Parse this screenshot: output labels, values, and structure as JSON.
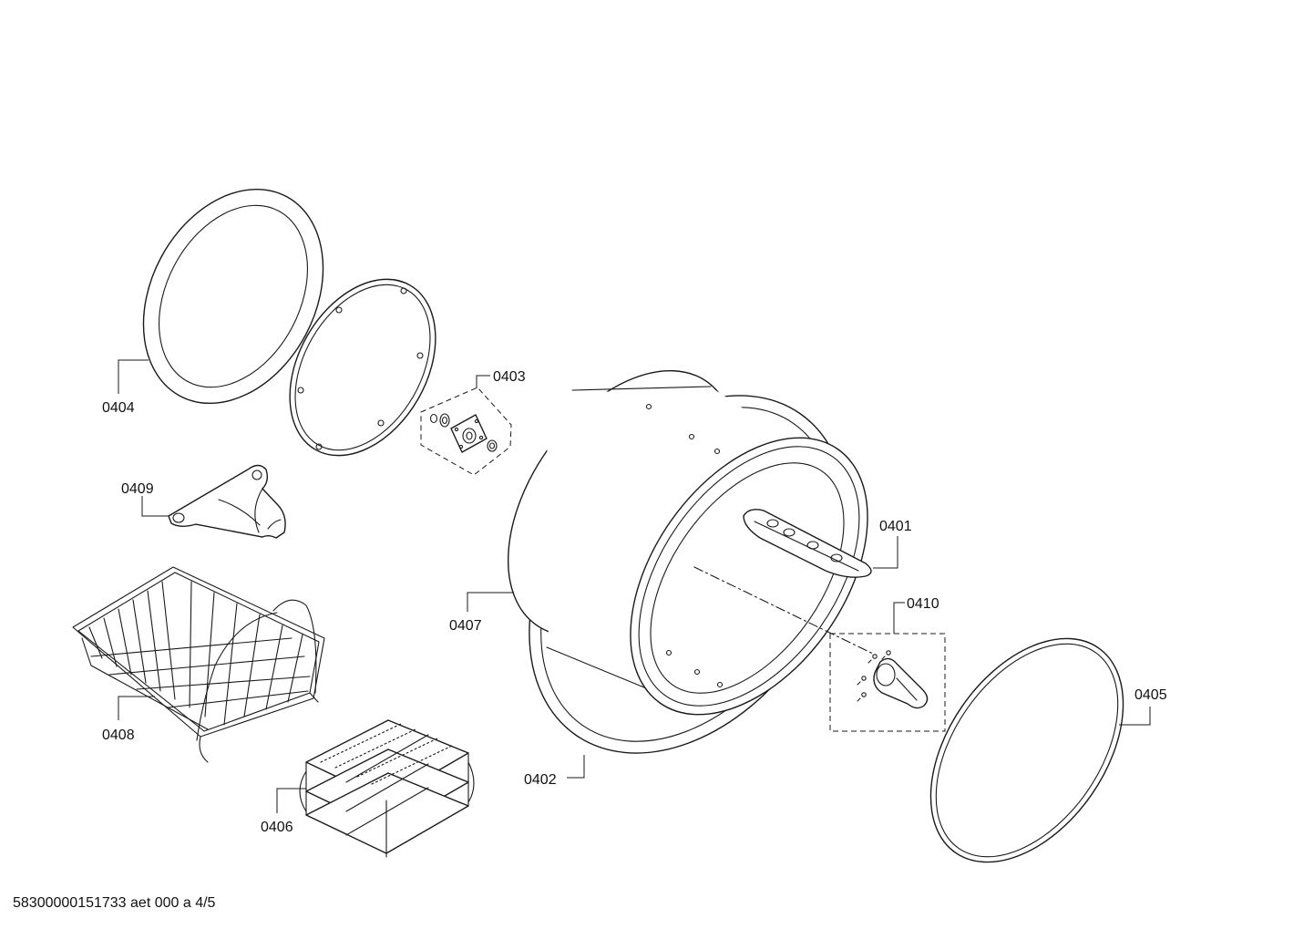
{
  "diagram": {
    "parts": [
      {
        "id": "0401"
      },
      {
        "id": "0402"
      },
      {
        "id": "0403"
      },
      {
        "id": "0404"
      },
      {
        "id": "0405"
      },
      {
        "id": "0406"
      },
      {
        "id": "0407"
      },
      {
        "id": "0408"
      },
      {
        "id": "0409"
      },
      {
        "id": "0410"
      }
    ]
  },
  "footer": {
    "code": "58300000151733 aet 000 a 4/5"
  }
}
